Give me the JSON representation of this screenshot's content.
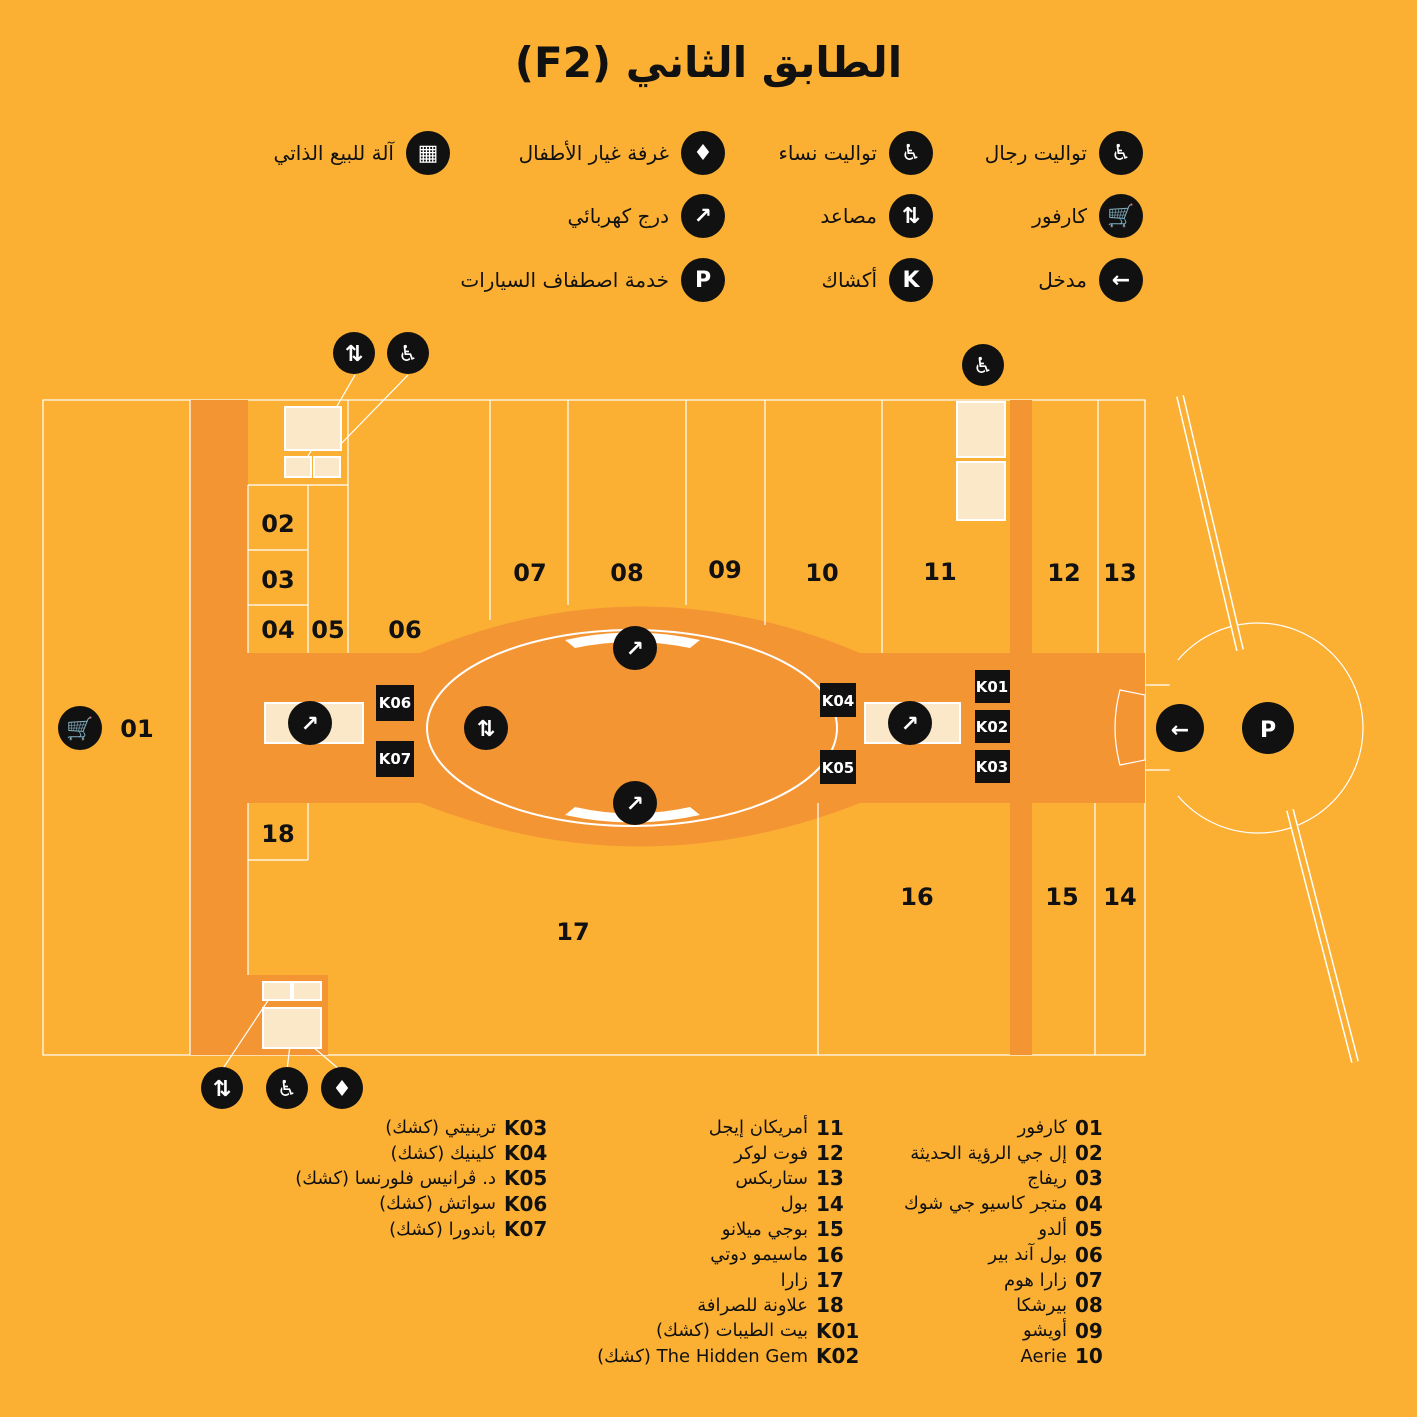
{
  "title": "الطابق الثاني (F2)",
  "colors": {
    "background": "#fbb034",
    "corridor": "#f49534",
    "icon": "#111111",
    "line": "#ffffff"
  },
  "legend": [
    {
      "label": "تواليت رجال",
      "icon": "mens-wc-icon",
      "glyph": "♿"
    },
    {
      "label": "تواليت نساء",
      "icon": "womens-wc-icon",
      "glyph": "♿"
    },
    {
      "label": "غرفة غيار الأطفال",
      "icon": "baby-change-icon",
      "glyph": "♦"
    },
    {
      "label": "آلة للبيع الذاتي",
      "icon": "vending-machine-icon",
      "glyph": "▦"
    },
    {
      "label": "كارفور",
      "icon": "cart-icon",
      "glyph": "🛒"
    },
    {
      "label": "مصاعد",
      "icon": "elevator-icon",
      "glyph": "⇅"
    },
    {
      "label": "درج كهربائي",
      "icon": "escalator-icon",
      "glyph": "↗"
    },
    {
      "label": "مدخل",
      "icon": "entrance-arrow-icon",
      "glyph": "←"
    },
    {
      "label": "أكشاك",
      "icon": "kiosk-icon",
      "glyph": "K"
    },
    {
      "label": "خدمة اصطفاف السيارات",
      "icon": "valet-icon",
      "glyph": "P"
    }
  ],
  "unit_labels": [
    "01",
    "02",
    "03",
    "04",
    "05",
    "06",
    "07",
    "08",
    "09",
    "10",
    "11",
    "12",
    "13",
    "14",
    "15",
    "16",
    "17",
    "18"
  ],
  "kiosk_labels": [
    "K01",
    "K02",
    "K03",
    "K04",
    "K05",
    "K06",
    "K07"
  ],
  "map_icon_glyphs": {
    "escalator": "↗",
    "elevator": "⇅",
    "wc": "♿",
    "cart": "🛒",
    "arrow": "←",
    "valet": "P",
    "baby": "♦"
  },
  "directory": {
    "col1": [
      {
        "code": "01",
        "name": "كارفور"
      },
      {
        "code": "02",
        "name": "إل جي الرؤية الحديثة"
      },
      {
        "code": "03",
        "name": "ريفاج"
      },
      {
        "code": "04",
        "name": "متجر كاسيو جي شوك"
      },
      {
        "code": "05",
        "name": "ألدو"
      },
      {
        "code": "06",
        "name": "بول آند بير"
      },
      {
        "code": "07",
        "name": "زارا هوم"
      },
      {
        "code": "08",
        "name": "بيرشكا"
      },
      {
        "code": "09",
        "name": "أويشو"
      },
      {
        "code": "10",
        "name": "Aerie"
      }
    ],
    "col2": [
      {
        "code": "11",
        "name": "أمريكان إيجل"
      },
      {
        "code": "12",
        "name": "فوت لوكر"
      },
      {
        "code": "13",
        "name": "ستاربكس"
      },
      {
        "code": "14",
        "name": "بول"
      },
      {
        "code": "15",
        "name": "بوجي ميلانو"
      },
      {
        "code": "16",
        "name": "ماسيمو دوتي"
      },
      {
        "code": "17",
        "name": "زارا"
      },
      {
        "code": "18",
        "name": "علاونة للصرافة"
      },
      {
        "code": "K01",
        "name": "بيت الطيبات (كشك)"
      },
      {
        "code": "K02",
        "name": "The Hidden Gem (كشك)"
      }
    ],
    "col3": [
      {
        "code": "K03",
        "name": "ترينيتي (كشك)"
      },
      {
        "code": "K04",
        "name": "كلينيك (كشك)"
      },
      {
        "code": "K05",
        "name": "د. ڤرانيس فلورنسا (كشك)"
      },
      {
        "code": "K06",
        "name": "سواتش (كشك)"
      },
      {
        "code": "K07",
        "name": "باندورا (كشك)"
      }
    ]
  }
}
